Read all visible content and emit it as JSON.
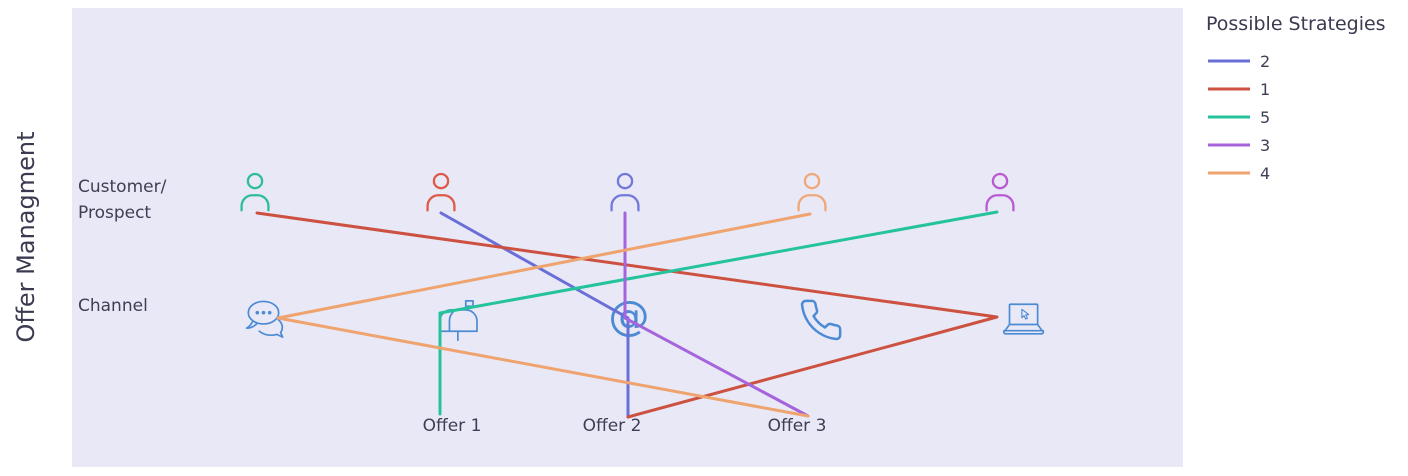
{
  "figure": {
    "y_axis_title": "Offer Managment",
    "plot_background": "#E8E8F6",
    "text_color": "#3E3E55"
  },
  "rows": {
    "customer_label_line1": "Customer/",
    "customer_label_line2": "Prospect",
    "channel_label": "Channel"
  },
  "customers": [
    {
      "name": "customer-1",
      "color": "#2EBE96"
    },
    {
      "name": "customer-2",
      "color": "#DC5A47"
    },
    {
      "name": "customer-3",
      "color": "#7277DB"
    },
    {
      "name": "customer-4",
      "color": "#F0A878"
    },
    {
      "name": "customer-5",
      "color": "#BA5AD2"
    }
  ],
  "channels": {
    "icon_color": "#4C8BD4",
    "items": [
      {
        "name": "chat"
      },
      {
        "name": "direct-mail"
      },
      {
        "name": "email-at"
      },
      {
        "name": "phone"
      },
      {
        "name": "web-laptop"
      }
    ]
  },
  "offers": [
    {
      "label": "Offer 1"
    },
    {
      "label": "Offer 2"
    },
    {
      "label": "Offer 3"
    }
  ],
  "legend": {
    "title": "Possible Strategies",
    "items": [
      {
        "label": "2",
        "color": "#6A6FD8"
      },
      {
        "label": "1",
        "color": "#CD5140"
      },
      {
        "label": "5",
        "color": "#24C39B"
      },
      {
        "label": "3",
        "color": "#A564DB"
      },
      {
        "label": "4",
        "color": "#EFA36E"
      }
    ]
  },
  "strategies": [
    {
      "label": "2",
      "color": "#6A6FD8",
      "path": [
        "customer-2",
        "email-at",
        "Offer 2"
      ],
      "points": [
        [
          441,
          213
        ],
        [
          628,
          318
        ],
        [
          628,
          417
        ]
      ]
    },
    {
      "label": "1",
      "color": "#CD5140",
      "path": [
        "customer-1",
        "web-laptop",
        "Offer 2"
      ],
      "points": [
        [
          257,
          213
        ],
        [
          997,
          317
        ],
        [
          628,
          417
        ]
      ]
    },
    {
      "label": "5",
      "color": "#24C39B",
      "path": [
        "customer-5",
        "direct-mail",
        "Offer 1"
      ],
      "points": [
        [
          997,
          212
        ],
        [
          440,
          313
        ],
        [
          440,
          414
        ]
      ]
    },
    {
      "label": "3",
      "color": "#A564DB",
      "path": [
        "customer-3",
        "email-at",
        "Offer 3"
      ],
      "points": [
        [
          625,
          213
        ],
        [
          625,
          318
        ],
        [
          808,
          416
        ]
      ]
    },
    {
      "label": "4",
      "color": "#EFA36E",
      "path": [
        "customer-4",
        "chat",
        "Offer 3"
      ],
      "points": [
        [
          810,
          214
        ],
        [
          278,
          318
        ],
        [
          808,
          416
        ]
      ]
    }
  ],
  "at_glyph": "@"
}
